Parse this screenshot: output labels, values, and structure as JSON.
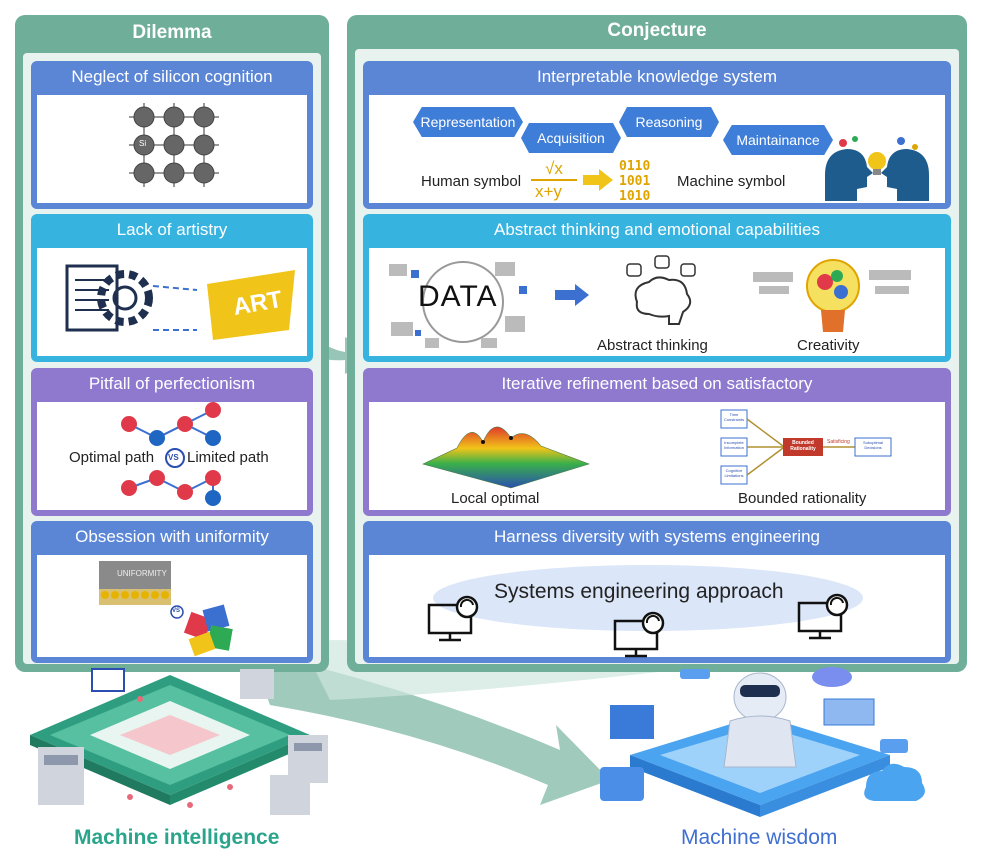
{
  "colors": {
    "column": "#6fae98",
    "panel_blue": "#5b86d6",
    "panel_cyan": "#37b3e0",
    "panel_purple": "#8e79cf",
    "hex_blue": "#3f7ed8",
    "intelligence_text": "#2aa58b",
    "wisdom_text": "#3f6fd0"
  },
  "dilemma": {
    "title": "Dilemma",
    "panels": [
      {
        "title": "Neglect of silicon cognition",
        "chip_label": "Si"
      },
      {
        "title": "Lack of artistry",
        "art_text": "ART"
      },
      {
        "title": "Pitfall of perfectionism",
        "left_label": "Optimal path",
        "vs_label": "VS",
        "right_label": "Limited path"
      },
      {
        "title": "Obsession with uniformity",
        "sign_text": "UNIFORMITY",
        "vs_label": "VS"
      }
    ]
  },
  "conjecture": {
    "title": "Conjecture",
    "panels": [
      {
        "title": "Interpretable knowledge system",
        "steps": [
          "Representation",
          "Acquisition",
          "Reasoning",
          "Maintainance"
        ],
        "human_label": "Human symbol",
        "formula_top": "√x",
        "formula_bottom": "x+y",
        "binary": [
          "0110",
          "1001",
          "1010"
        ],
        "machine_label": "Machine symbol"
      },
      {
        "title": "Abstract thinking and emotional capabilities",
        "data_text": "DATA",
        "abstract_label": "Abstract thinking",
        "creativity_label": "Creativity"
      },
      {
        "title": "Iterative refinement based on satisfactory",
        "local_label": "Local optimal",
        "bounded_label": "Bounded rationality",
        "bounded_box": "Bounded Rationality",
        "inputs": [
          "Time Constraints",
          "Incomplete Information",
          "Cognitive Limitations"
        ],
        "arrow_label": "Satisficing",
        "output": "Suboptimal Decisions"
      },
      {
        "title": "Harness diversity with systems engineering",
        "approach_label": "Systems engineering approach"
      }
    ]
  },
  "bottom": {
    "left_label": "Machine intelligence",
    "right_label": "Machine wisdom"
  }
}
